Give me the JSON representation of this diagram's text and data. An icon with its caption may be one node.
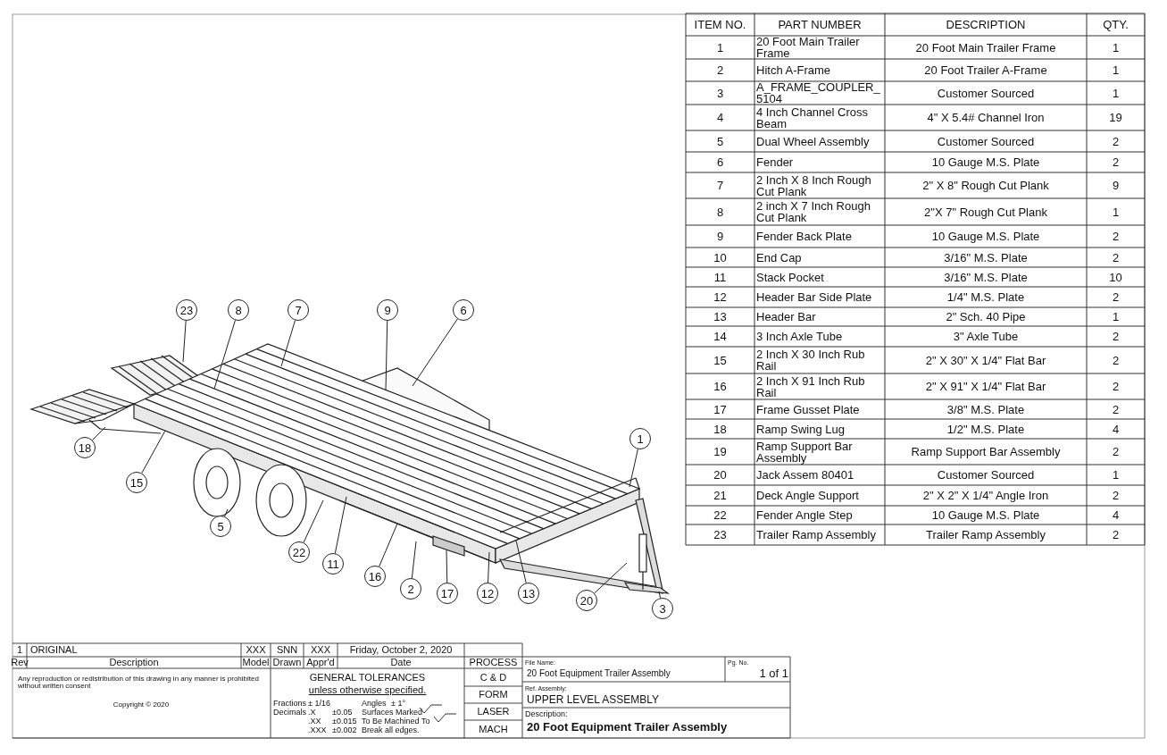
{
  "diagram": {
    "nodes": [
      {
        "text": [
          "23"
        ]
      },
      {
        "text": [
          "8"
        ]
      },
      {
        "text": [
          "7"
        ]
      },
      {
        "text": [
          "9"
        ]
      },
      {
        "text": [
          "6"
        ]
      },
      {
        "text": [
          "1"
        ]
      },
      {
        "text": [
          "18"
        ]
      },
      {
        "text": [
          "15"
        ]
      },
      {
        "text": [
          "5"
        ]
      },
      {
        "text": [
          "22"
        ]
      },
      {
        "text": [
          "11"
        ]
      },
      {
        "text": [
          "16"
        ]
      },
      {
        "text": [
          "2"
        ]
      },
      {
        "text": [
          "17"
        ]
      },
      {
        "text": [
          "12"
        ]
      },
      {
        "text": [
          "13"
        ]
      },
      {
        "text": [
          "20"
        ]
      },
      {
        "text": [
          "3"
        ]
      }
    ],
    "edges": [
      {
        "from": 0,
        "to": null,
        "arrow": "none"
      },
      {
        "from": 1,
        "to": null,
        "arrow": "none"
      },
      {
        "from": 2,
        "to": null,
        "arrow": "none"
      },
      {
        "from": 3,
        "to": null,
        "arrow": "none"
      },
      {
        "from": 4,
        "to": null,
        "arrow": "none"
      },
      {
        "from": 5,
        "to": null,
        "arrow": "none"
      },
      {
        "from": 6,
        "to": null,
        "arrow": "none"
      },
      {
        "from": 7,
        "to": null,
        "arrow": "none"
      },
      {
        "from": 8,
        "to": null,
        "arrow": "none"
      },
      {
        "from": 9,
        "to": null,
        "arrow": "none"
      },
      {
        "from": 10,
        "to": null,
        "arrow": "none"
      },
      {
        "from": 11,
        "to": null,
        "arrow": "none"
      },
      {
        "from": 12,
        "to": null,
        "arrow": "none"
      },
      {
        "from": 13,
        "to": null,
        "arrow": "none"
      },
      {
        "from": 14,
        "to": null,
        "arrow": "none"
      },
      {
        "from": 15,
        "to": null,
        "arrow": "none"
      },
      {
        "from": 16,
        "to": null,
        "arrow": "none"
      },
      {
        "from": 17,
        "to": null,
        "arrow": "none"
      }
    ],
    "labels": [
      "ITEM NO.",
      "PART NUMBER",
      "DESCRIPTION",
      "QTY.",
      "1",
      "20 Foot Main Trailer Frame",
      "20 Foot Main Trailer Frame",
      "1",
      "2",
      "Hitch A-Frame",
      "20 Foot Trailer A-Frame",
      "1",
      "3",
      "A_FRAME_COUPLER_5104",
      "Customer Sourced",
      "1",
      "4",
      "4 Inch Channel Cross Beam",
      "4\" X 5.4# Channel Iron",
      "19",
      "5",
      "Dual Wheel Assembly",
      "Customer Sourced",
      "2",
      "6",
      "Fender",
      "10 Gauge M.S. Plate",
      "2",
      "7",
      "2 Inch X 8 Inch Rough Cut Plank",
      "2\" X 8\" Rough Cut Plank",
      "9",
      "8",
      "2 inch X 7 Inch Rough Cut Plank",
      "2\"X 7\" Rough Cut Plank",
      "1",
      "9",
      "Fender Back Plate",
      "10 Gauge M.S. Plate",
      "2",
      "10",
      "End Cap",
      "3/16\" M.S. Plate",
      "2",
      "11",
      "Stack Pocket",
      "3/16\" M.S. Plate",
      "10",
      "12",
      "Header Bar Side Plate",
      "1/4\" M.S. Plate",
      "2",
      "13",
      "Header Bar",
      "2\" Sch. 40 Pipe",
      "1",
      "14",
      "3 Inch Axle Tube",
      "3\" Axle Tube",
      "2",
      "15",
      "2 Inch X 30 Inch Rub Rail",
      "2\" X 30\" X 1/4\" Flat Bar",
      "2",
      "16",
      "2 Inch X 91 Inch Rub Rail",
      "2\" X 91\" X 1/4\" Flat Bar",
      "2",
      "17",
      "Frame Gusset Plate",
      "3/8\" M.S. Plate",
      "2",
      "18",
      "Ramp Swing Lug",
      "1/2\" M.S. Plate",
      "4",
      "19",
      "Ramp Support Bar Assembly",
      "Ramp Support Bar Assembly",
      "2",
      "20",
      "Jack Assem 80401",
      "Customer Sourced",
      "1",
      "21",
      "Deck Angle Support",
      "2\" X 2\" X 1/4\" Angle Iron",
      "2",
      "22",
      "Fender Angle Step",
      "10 Gauge M.S. Plate",
      "4",
      "23",
      "Trailer Ramp Assembly",
      "Trailer Ramp Assembly",
      "2",
      "1",
      "ORIGINAL",
      "XXX",
      "SNN",
      "XXX",
      "Friday, October 2, 2020",
      "Rev",
      "Description",
      "Model",
      "Drawn",
      "Appr'd",
      "Date",
      "PROCESS",
      "Any reproduction or redistribution of this drawing in any manner is prohibited without written consent",
      "Copyright © 2020",
      "GENERAL TOLERANCES",
      "unless otherwise specified.",
      "C & D",
      "FORM",
      "LASER",
      "MACH",
      "Fractions",
      "± 1/16",
      "Angles",
      "± 1°",
      "Decimals",
      ".X",
      "±0.05",
      "Surfaces Marked",
      ".XX",
      "±0.015",
      "To Be Machined To",
      ".XXX",
      "±0.002",
      "Break all edges.",
      "File Name:",
      "20 Foot Equipment Trailer Assembly",
      "Pg. No.",
      "1 of 1",
      "Ref. Assembly:",
      "UPPER LEVEL ASSEMBLY",
      "Description:",
      "20 Foot Equipment Trailer Assembly"
    ]
  }
}
